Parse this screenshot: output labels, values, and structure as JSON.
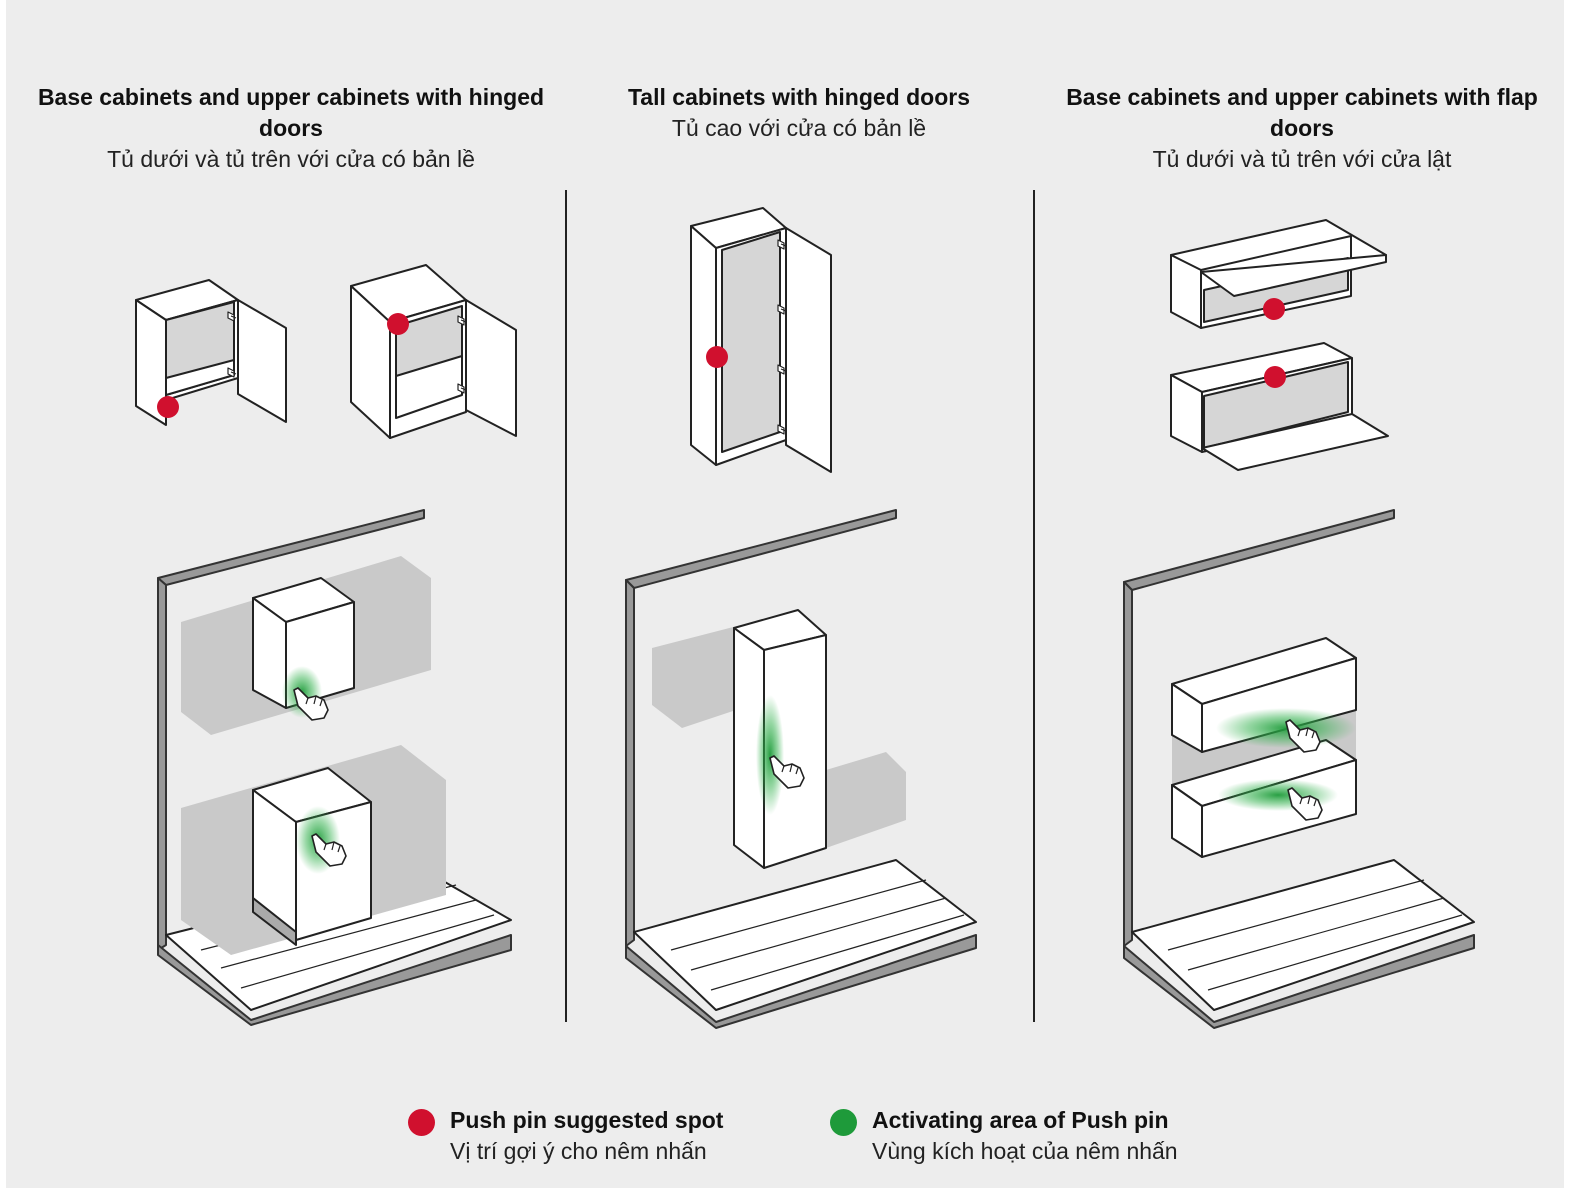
{
  "panels": [
    {
      "title_en": "Base cabinets and upper cabinets with hinged doors",
      "title_vi": "Tủ dưới và tủ trên với cửa có bản lề"
    },
    {
      "title_en": "Tall cabinets with hinged doors",
      "title_vi": "Tủ cao với cửa có bản lề"
    },
    {
      "title_en": "Base cabinets and upper cabinets with flap doors",
      "title_vi": "Tủ dưới và tủ trên với cửa lật"
    }
  ],
  "legend": {
    "red": {
      "label_en": "Push pin suggested spot",
      "label_vi": "Vị trí gợi ý cho nêm nhấn"
    },
    "green": {
      "label_en": "Activating area of Push pin",
      "label_vi": "Vùng kích hoạt của nêm nhấn"
    }
  },
  "colors": {
    "push_pin_spot": "#d0102e",
    "activating_area": "#1e9a3a",
    "background": "#ededed"
  },
  "icons": [
    "hand-pointer-icon",
    "hinge-icon"
  ]
}
